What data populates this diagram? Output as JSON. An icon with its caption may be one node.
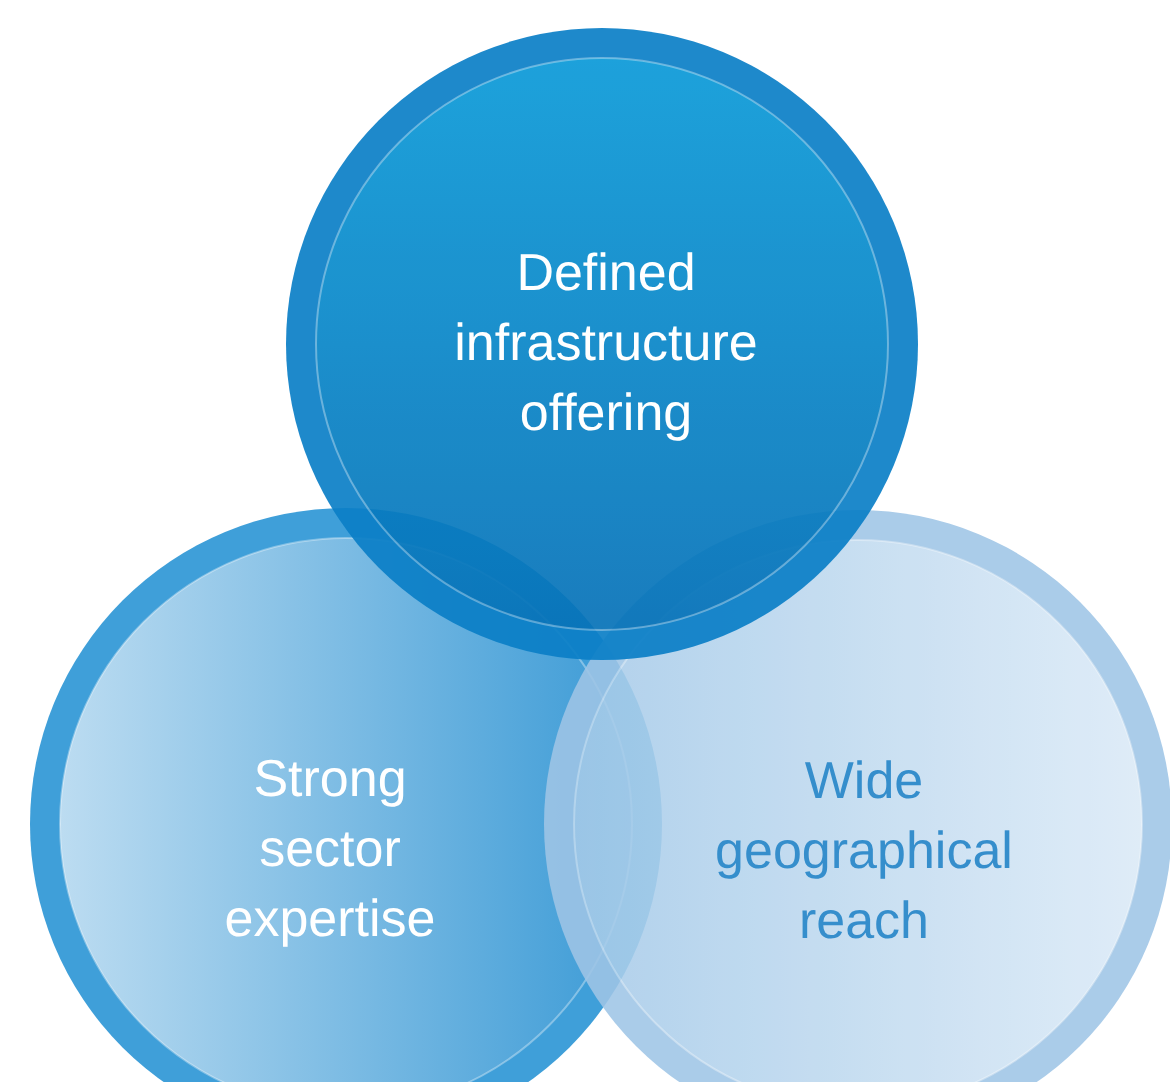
{
  "diagram": {
    "nodes": [
      {
        "text": [
          "Defined infrastructure offering"
        ]
      },
      {
        "text": [
          "Strong sector expertise"
        ]
      },
      {
        "text": [
          "Wide geographical reach"
        ]
      }
    ]
  }
}
